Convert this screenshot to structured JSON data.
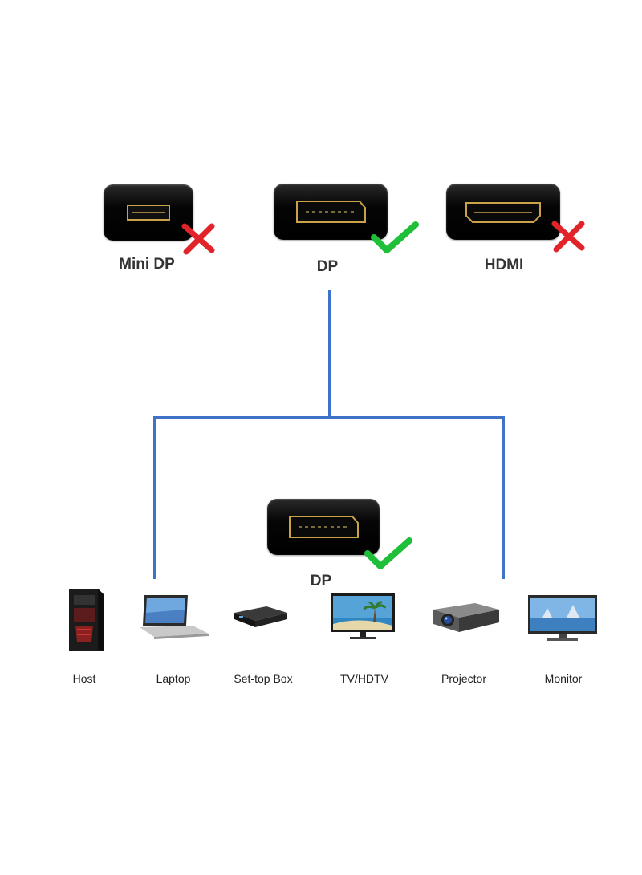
{
  "ports": {
    "mini_dp": {
      "label": "Mini DP",
      "status": "incompatible"
    },
    "dp": {
      "label": "DP",
      "status": "compatible"
    },
    "hdmi": {
      "label": "HDMI",
      "status": "incompatible"
    },
    "dp_target": {
      "label": "DP",
      "status": "compatible"
    }
  },
  "devices": [
    {
      "label": "Host",
      "icon": "desktop-tower-icon"
    },
    {
      "label": "Laptop",
      "icon": "laptop-icon"
    },
    {
      "label": "Set-top Box",
      "icon": "set-top-box-icon"
    },
    {
      "label": "TV/HDTV",
      "icon": "tv-icon"
    },
    {
      "label": "Projector",
      "icon": "projector-icon"
    },
    {
      "label": "Monitor",
      "icon": "monitor-icon"
    }
  ],
  "colors": {
    "connector_line": "#3f72c9",
    "check": "#1fbf3a",
    "cross": "#e0242a",
    "gold": "#c9a24a"
  }
}
